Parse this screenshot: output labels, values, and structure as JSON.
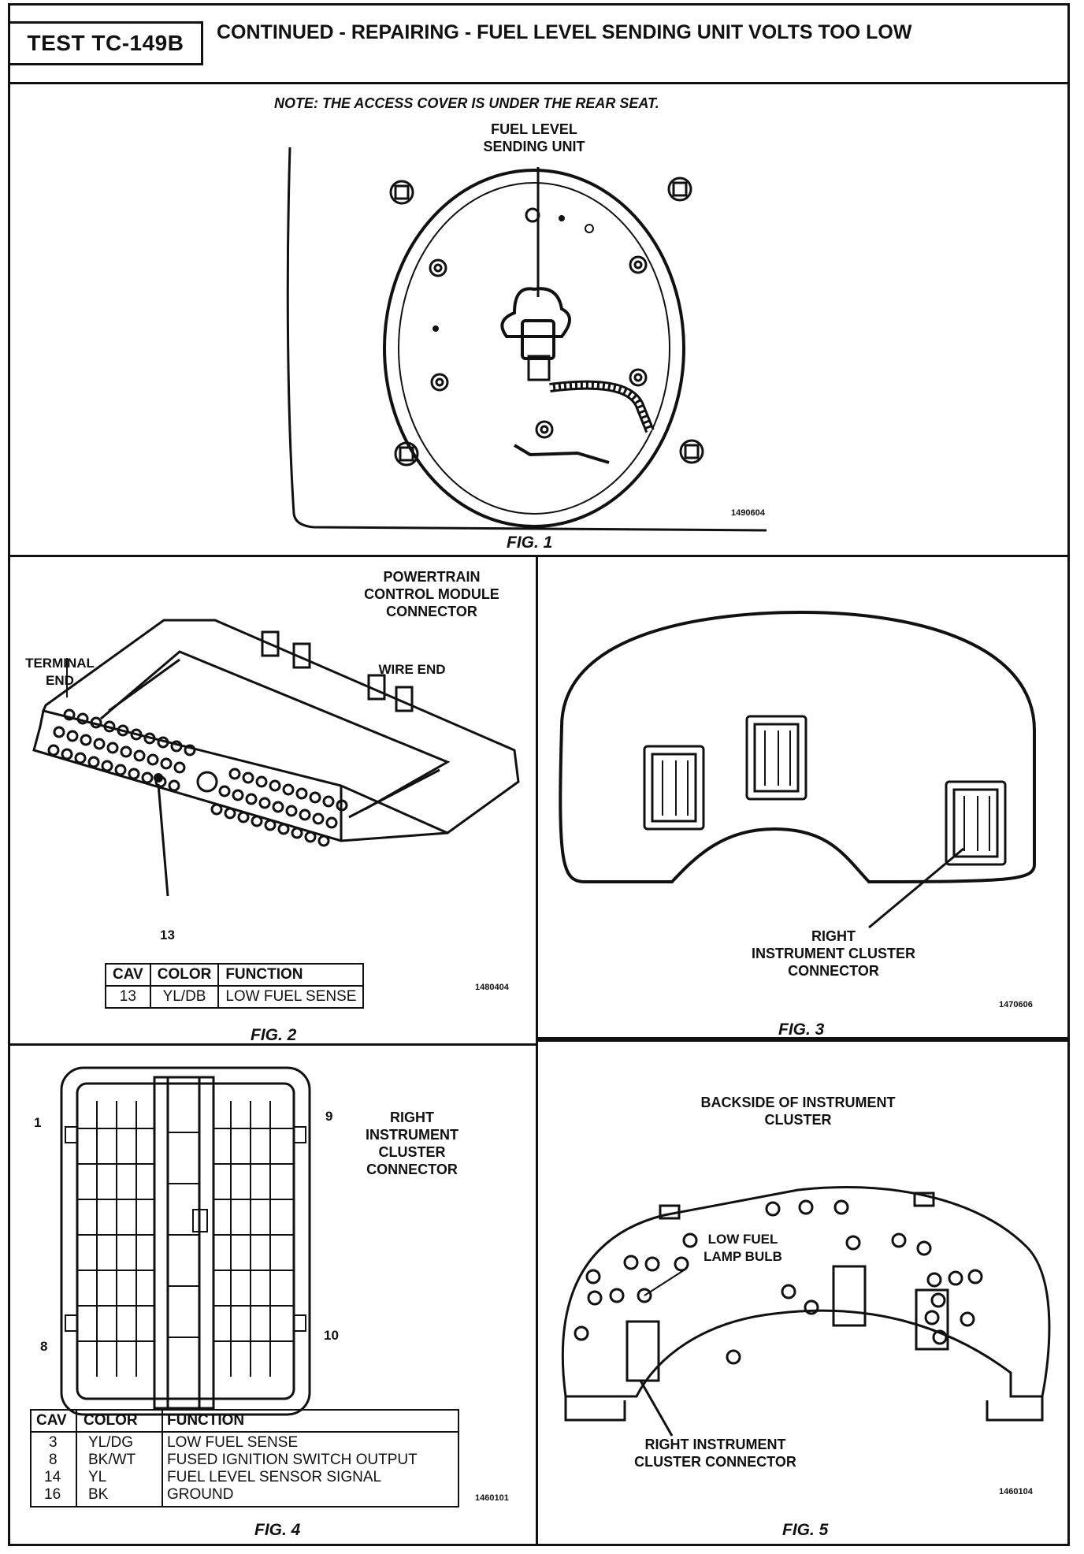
{
  "header": {
    "test_id": "TEST TC-149B",
    "title": "CONTINUED -  REPAIRING - FUEL LEVEL SENDING UNIT VOLTS TOO LOW"
  },
  "fig1": {
    "note": "NOTE:   THE ACCESS COVER IS UNDER THE REAR SEAT.",
    "callout": "FUEL LEVEL\nSENDING UNIT",
    "code": "1490604",
    "caption": "FIG. 1"
  },
  "fig2": {
    "title": "POWERTRAIN\nCONTROL MODULE\nCONNECTOR",
    "terminal_end": "TERMINAL\nEND",
    "wire_end": "WIRE  END",
    "pin_callout": "13",
    "table": {
      "headers": [
        "CAV",
        "COLOR",
        "FUNCTION"
      ],
      "rows": [
        [
          "13",
          "YL/DB",
          "LOW FUEL SENSE"
        ]
      ]
    },
    "code": "1480404",
    "caption": "FIG. 2"
  },
  "fig3": {
    "callout": "RIGHT\nINSTRUMENT CLUSTER\nCONNECTOR",
    "code": "1470606",
    "caption": "FIG. 3"
  },
  "fig4": {
    "title": "RIGHT\nINSTRUMENT\nCLUSTER\nCONNECTOR",
    "pin_1": "1",
    "pin_9": "9",
    "pin_8": "8",
    "pin_10": "10",
    "table": {
      "headers": [
        "CAV",
        "COLOR",
        "FUNCTION"
      ],
      "rows": [
        [
          "3",
          "YL/DG",
          "LOW FUEL SENSE"
        ],
        [
          "8",
          "BK/WT",
          "FUSED IGNITION SWITCH OUTPUT"
        ],
        [
          "14",
          "YL",
          "FUEL LEVEL SENSOR SIGNAL"
        ],
        [
          "16",
          "BK",
          "GROUND"
        ]
      ]
    },
    "code": "1460101",
    "caption": "FIG. 4"
  },
  "fig5": {
    "title": "BACKSIDE OF INSTRUMENT\nCLUSTER",
    "bulb_callout": "LOW FUEL\nLAMP BULB",
    "connector_callout": "RIGHT INSTRUMENT\nCLUSTER CONNECTOR",
    "code": "1460104",
    "caption": "FIG. 5"
  }
}
